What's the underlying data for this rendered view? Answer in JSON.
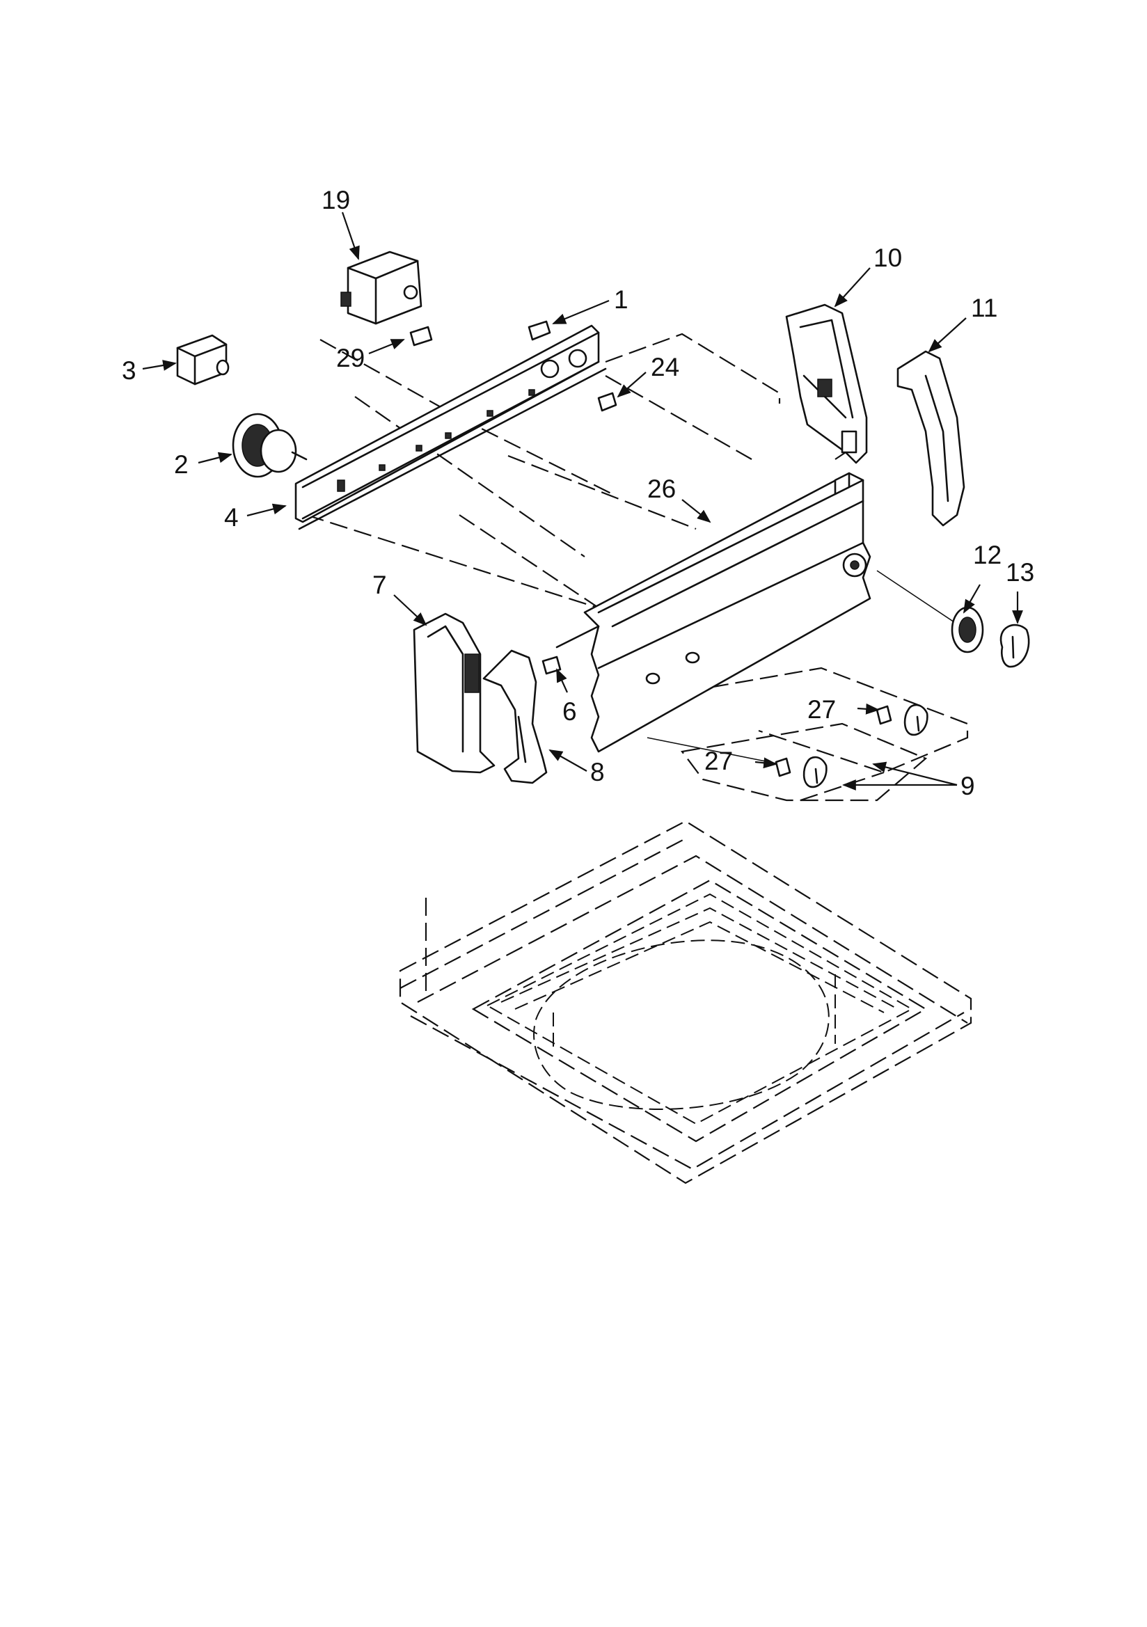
{
  "diagram": {
    "labels": [
      {
        "id": "19",
        "text": "19"
      },
      {
        "id": "1",
        "text": "1"
      },
      {
        "id": "29",
        "text": "29"
      },
      {
        "id": "3",
        "text": "3"
      },
      {
        "id": "24",
        "text": "24"
      },
      {
        "id": "10",
        "text": "10"
      },
      {
        "id": "11",
        "text": "11"
      },
      {
        "id": "2",
        "text": "2"
      },
      {
        "id": "4",
        "text": "4"
      },
      {
        "id": "26",
        "text": "26"
      },
      {
        "id": "12",
        "text": "12"
      },
      {
        "id": "13",
        "text": "13"
      },
      {
        "id": "7",
        "text": "7"
      },
      {
        "id": "6",
        "text": "6"
      },
      {
        "id": "27a",
        "text": "27"
      },
      {
        "id": "27b",
        "text": "27"
      },
      {
        "id": "8",
        "text": "8"
      },
      {
        "id": "9",
        "text": "9"
      }
    ]
  }
}
